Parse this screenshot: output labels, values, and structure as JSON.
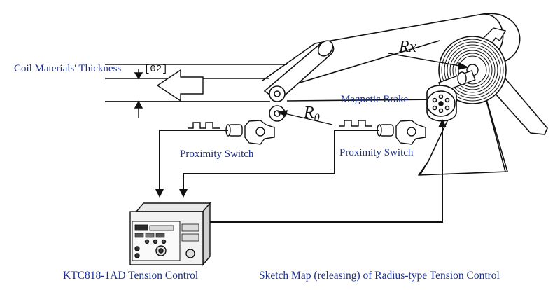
{
  "labels": {
    "thickness_text": "Coil Materials' Thickness",
    "thickness_code": "[02]",
    "magnetic_brake": "Magnetic Brake",
    "prox_switch_left": "Proximity Switch",
    "prox_switch_right": "Proximity Switch",
    "controller_caption": "KTC818-1AD Tension Control",
    "sketch_caption": "Sketch Map (releasing) of Radius-type Tension Control",
    "rx": "Rx",
    "r0_main": "R",
    "r0_sub": "0"
  },
  "colors": {
    "label_blue": "#1a2f8f",
    "ink": "#111111"
  }
}
